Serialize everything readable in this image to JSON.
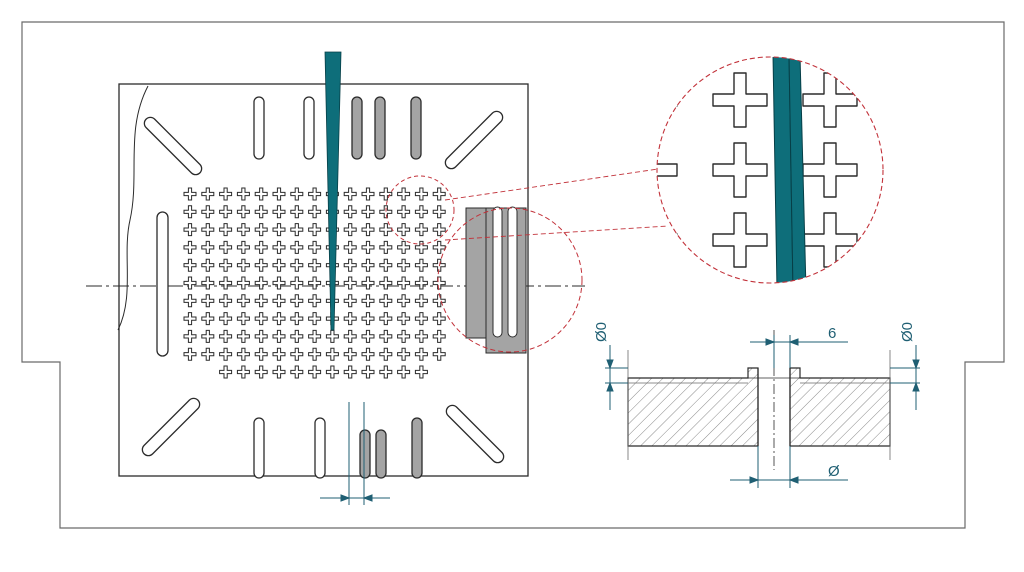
{
  "colors": {
    "outline": "#6a6a6a",
    "part": "#2b2b2b",
    "accent_teal": "#0e6e7a",
    "detail_circle": "#c2323a",
    "gray_fill": "#a4a4a4",
    "dimension": "#1f5f73",
    "hatch": "#8a8a8a"
  },
  "labels": {
    "dim_left": "Ø0",
    "dim_top": "6",
    "dim_right": "Ø0",
    "dim_bottom": "Ø"
  },
  "grid": {
    "rows": 11,
    "cols": 15
  }
}
